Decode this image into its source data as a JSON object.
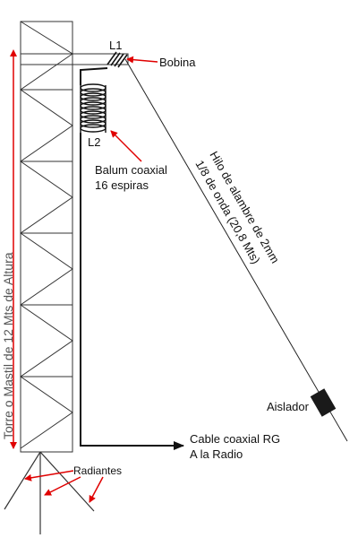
{
  "labels": {
    "l1": "L1",
    "bobina": "Bobina",
    "l2": "L2",
    "balum_line1": "Balum coaxial",
    "balum_line2": "16 espiras",
    "tower": "Torre o Mastil de 12 Mts de Altura",
    "wire_line1": "Hilo de alambre de 2mm",
    "wire_line2": "1/8 de onda (20,8 Mts)",
    "aislador": "Aislador",
    "cable_line1": "Cable coaxial RG",
    "cable_line2": "A la Radio",
    "radiantes": "Radiantes"
  },
  "colors": {
    "annotation_arrow": "#e00000",
    "line": "#111111",
    "insulator": "#1a1a1a"
  }
}
